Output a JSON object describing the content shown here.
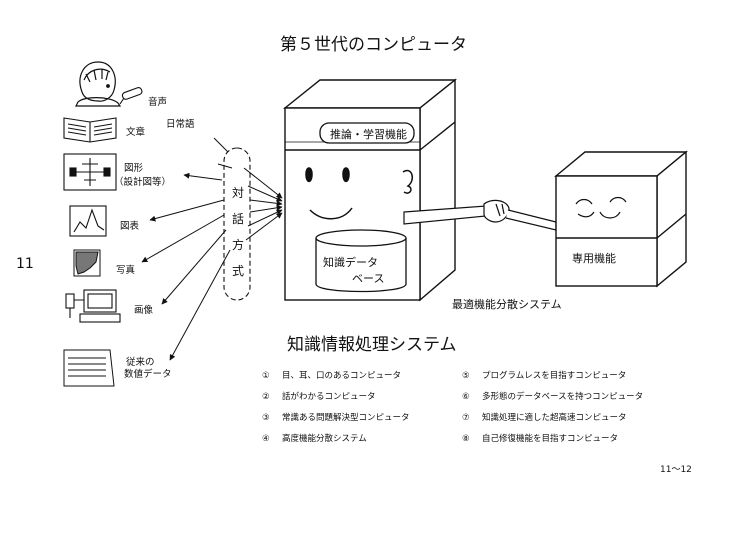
{
  "title": "第５世代のコンピュータ",
  "subtitle": "知識情報処理システム",
  "side_number": "11",
  "page_number": "11～12",
  "left_items": {
    "voice": "音声",
    "daily_language": "日常語",
    "text": "文章",
    "figure": "図形",
    "figure_sub": "（設計図等）",
    "chart": "図表",
    "photo": "写真",
    "image": "画像",
    "legacy_line1": "従来の",
    "legacy_line2": "数値データ"
  },
  "dialogue": [
    "対",
    "話",
    "方",
    "式"
  ],
  "main_computer": {
    "inference_label": "推論・学習機能",
    "kb_line1": "知識データ",
    "kb_line2": "ベース"
  },
  "dedicated": {
    "label": "専用機能"
  },
  "distributed_label": "最適機能分散システム",
  "features_left": [
    {
      "num": "①",
      "text": "目、耳、口のあるコンピュータ"
    },
    {
      "num": "②",
      "text": "話がわかるコンピュータ"
    },
    {
      "num": "③",
      "text": "常識ある問題解決型コンピュータ"
    },
    {
      "num": "④",
      "text": "高度機能分散システム"
    }
  ],
  "features_right": [
    {
      "num": "⑤",
      "text": "プログラムレスを目指すコンピュータ"
    },
    {
      "num": "⑥",
      "text": "多形態のデータベースを持つコンピュータ"
    },
    {
      "num": "⑦",
      "text": "知識処理に適した超高速コンピュータ"
    },
    {
      "num": "⑧",
      "text": "自己修復機能を目指すコンピュータ"
    }
  ]
}
